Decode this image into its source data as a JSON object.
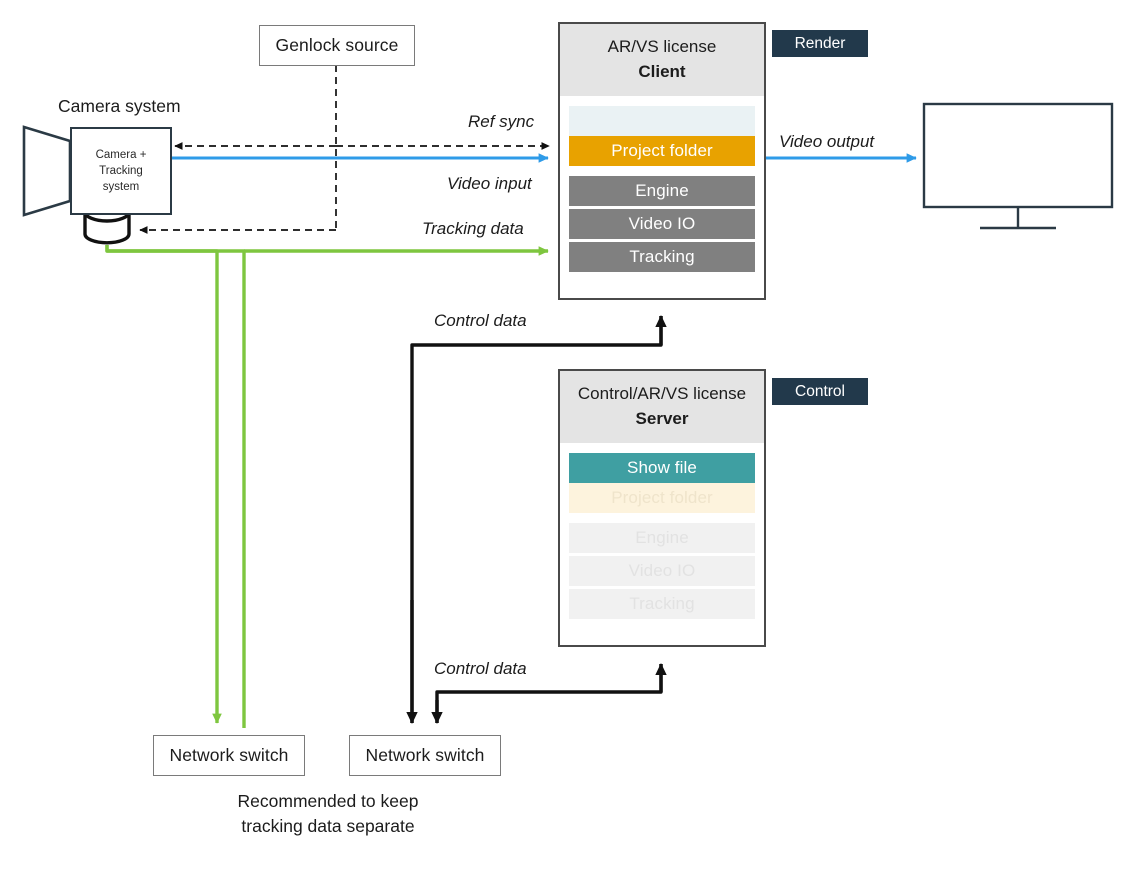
{
  "diagram": {
    "title_camera_system": "Camera system",
    "genlock": {
      "label": "Genlock source"
    },
    "camera": {
      "label": "Camera +\nTracking\nsystem"
    },
    "client": {
      "license": "AR/VS license",
      "role": "Client",
      "badge": "Render",
      "bars": [
        {
          "label": "",
          "style": "pale-blue"
        },
        {
          "label": "Project folder",
          "style": "orange"
        },
        {
          "label": "Engine",
          "style": "grey"
        },
        {
          "label": "Video IO",
          "style": "grey"
        },
        {
          "label": "Tracking",
          "style": "grey"
        }
      ]
    },
    "server": {
      "license": "Control/AR/VS license",
      "role": "Server",
      "badge": "Control",
      "bars": [
        {
          "label": "Show file",
          "style": "teal"
        },
        {
          "label": "Project folder",
          "style": "cream"
        },
        {
          "label": "Engine",
          "style": "ghost"
        },
        {
          "label": "Video IO",
          "style": "ghost"
        },
        {
          "label": "Tracking",
          "style": "ghost"
        }
      ]
    },
    "switch_left": {
      "label": "Network switch"
    },
    "switch_right": {
      "label": "Network switch"
    },
    "note": "Recommended to keep\ntracking data separate",
    "edges": [
      {
        "label": "Ref sync",
        "kind": "dashed-black"
      },
      {
        "label": "Video input",
        "kind": "solid-blue"
      },
      {
        "label": "Tracking data",
        "kind": "solid-green"
      },
      {
        "label": "Video output",
        "kind": "solid-blue"
      },
      {
        "label": "Control data",
        "kind": "solid-black"
      },
      {
        "label": "Control data",
        "kind": "solid-black"
      }
    ],
    "colors": {
      "orange": "#e8a200",
      "teal": "#3f9fa2",
      "grey_bar": "#808080",
      "badge_navy": "#22394b",
      "blue_line": "#2e9be8",
      "green_line": "#7ec63f",
      "black_line": "#111111",
      "head_grey": "#e4e4e4",
      "cream": "#fdf3dd",
      "pale_blue": "#eaf2f4",
      "ghost": "#f1f1f1"
    }
  }
}
